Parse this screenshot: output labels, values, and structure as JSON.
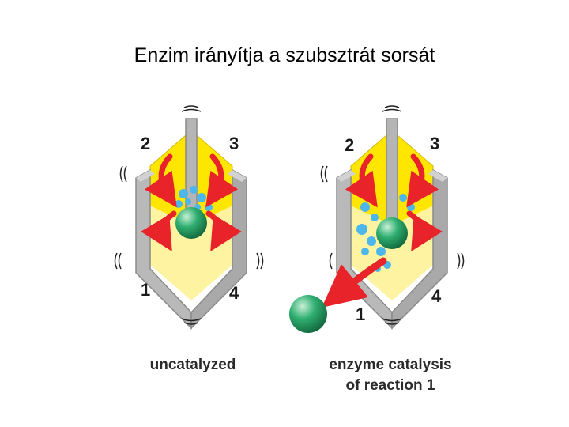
{
  "title": "Enzim irányítja a szubsztrát sorsát",
  "left_panel": {
    "labels": {
      "n1": "1",
      "n2": "2",
      "n3": "3",
      "n4": "4"
    },
    "caption": "uncatalyzed"
  },
  "right_panel": {
    "labels": {
      "n1": "1",
      "n2": "2",
      "n3": "3",
      "n4": "4"
    },
    "caption_line1": "enzyme catalysis",
    "caption_line2": "of reaction 1"
  },
  "colors": {
    "wall_gray": "#b9b9b9",
    "wall_dark": "#8a8a8a",
    "yellow": "#ffe600",
    "light_yellow": "#fdf3a0",
    "arrow_red": "#e8232a",
    "water_blue": "#4db6ea",
    "substrate_green": "#27a067"
  }
}
